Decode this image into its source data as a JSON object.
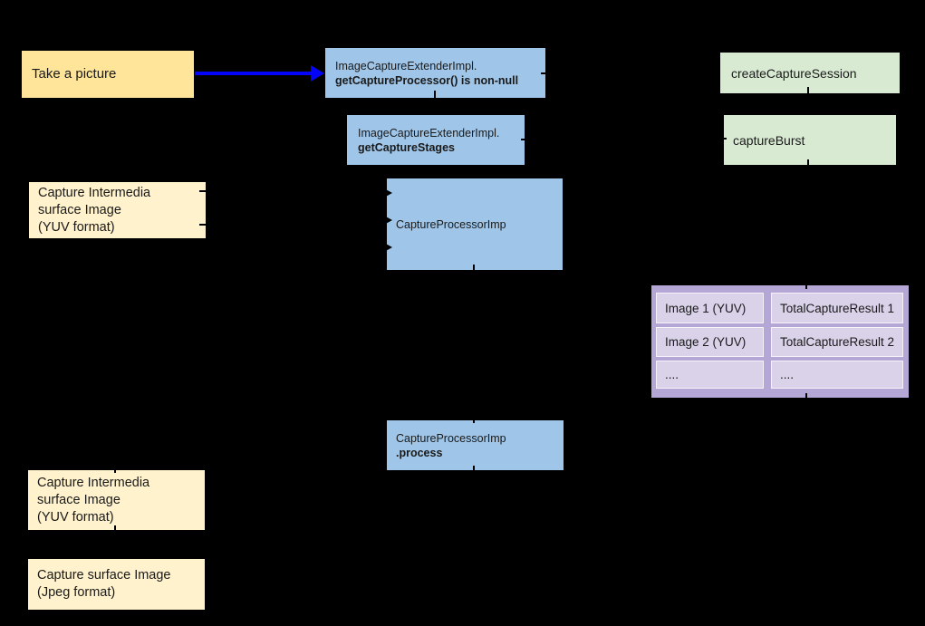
{
  "diagram": {
    "background": "#000000",
    "text_color": "#1a1a1a",
    "arrow_color": "#0404fa",
    "colors": {
      "yellow_strong": "#ffe599",
      "yellow_light": "#fff2cc",
      "blue": "#9fc5e8",
      "green": "#d9ead3",
      "purple_outer": "#b4a7d6",
      "purple_cell": "#d9d2e9"
    },
    "boxes": {
      "take_a_picture": {
        "label": "Take a picture"
      },
      "get_capture_processor": {
        "line1": "ImageCaptureExtenderImpl.",
        "line2_bold": "getCaptureProcessor() is non-null"
      },
      "get_capture_stages": {
        "line1": "ImageCaptureExtenderImpl.",
        "line2_bold": "getCaptureStages"
      },
      "create_capture_session": {
        "label": "createCaptureSession"
      },
      "capture_burst": {
        "label": "captureBurst"
      },
      "capture_processor_imp": {
        "label": "CaptureProcessorImp"
      },
      "capture_processor_process": {
        "line1": "CaptureProcessorImp",
        "line2_bold": ".process"
      },
      "capture_intermedia_top": {
        "lines": [
          "Capture Intermedia",
          "surface Image",
          "(YUV format)"
        ]
      },
      "capture_intermedia_bottom": {
        "lines": [
          "Capture Intermedia",
          "surface Image",
          "(YUV format)"
        ]
      },
      "capture_surface_jpeg": {
        "lines": [
          "Capture surface Image",
          "(Jpeg format)"
        ]
      }
    },
    "result_table": {
      "rows": [
        {
          "image": "Image 1 (YUV)",
          "result": "TotalCaptureResult 1"
        },
        {
          "image": "Image 2 (YUV)",
          "result": "TotalCaptureResult 2"
        },
        {
          "image": "....",
          "result": "...."
        }
      ]
    }
  }
}
